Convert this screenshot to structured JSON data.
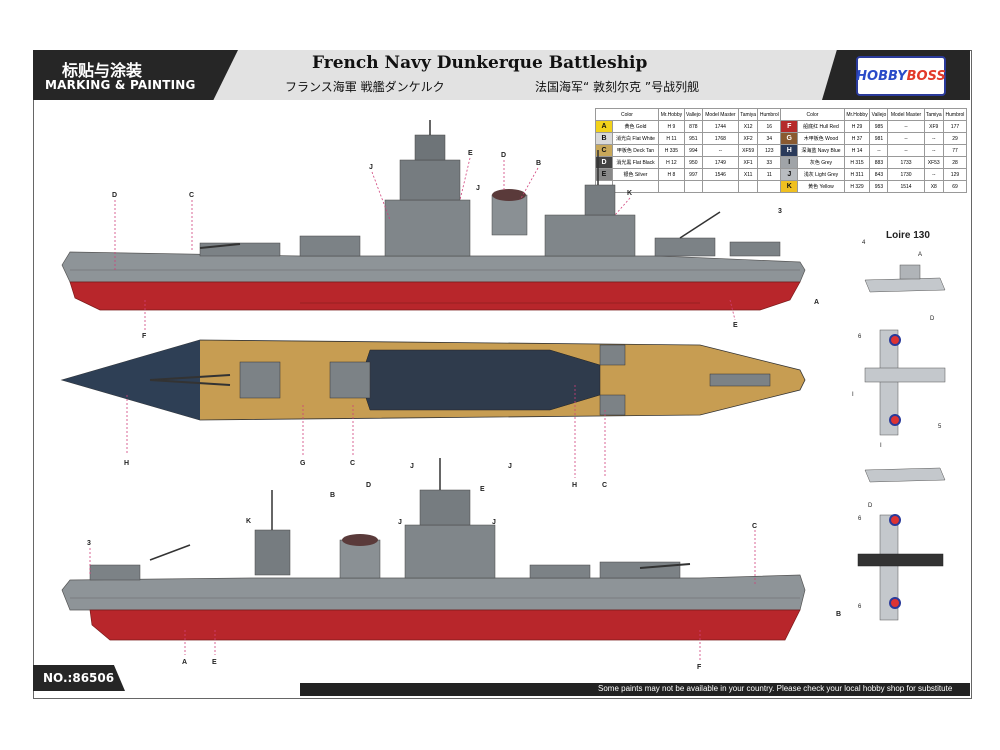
{
  "header": {
    "label_cn": "标贴与涂装",
    "label_en": "MARKING & PAINTING",
    "title": "French Navy Dunkerque Battleship",
    "subtitle_jp": "フランス海軍 戦艦ダンケルク",
    "subtitle_cn": "法国海军“ 敦刻尔克 ”号战列舰",
    "logo_left": "HOBBY",
    "logo_right": "BOSS"
  },
  "paint_table": {
    "headers": [
      "Color",
      "Mr.Hobby",
      "Vallejo",
      "Model Master",
      "Tamiya",
      "Humbrol"
    ],
    "left": [
      {
        "code": "A",
        "swatch": "#f2d21a",
        "name": "黄色 Gold",
        "mrhobby": "H 9",
        "vallejo": "878",
        "mm": "1744",
        "tamiya": "X12",
        "humbrol": "16"
      },
      {
        "code": "B",
        "swatch": "#d9d9d9",
        "name": "消光白 Flat White",
        "mrhobby": "H 11",
        "vallejo": "951",
        "mm": "1768",
        "tamiya": "XF2",
        "humbrol": "34"
      },
      {
        "code": "C",
        "swatch": "#c8a85a",
        "name": "甲板色 Deck Tan",
        "mrhobby": "H 335",
        "vallejo": "994",
        "mm": "--",
        "tamiya": "XF59",
        "humbrol": "123"
      },
      {
        "code": "D",
        "swatch": "#444",
        "name": "消光黑 Flat Black",
        "mrhobby": "H 12",
        "vallejo": "950",
        "mm": "1749",
        "tamiya": "XF1",
        "humbrol": "33"
      },
      {
        "code": "E",
        "swatch": "#888",
        "name": "银色 Silver",
        "mrhobby": "H 8",
        "vallejo": "997",
        "mm": "1546",
        "tamiya": "X11",
        "humbrol": "11"
      }
    ],
    "right": [
      {
        "code": "F",
        "swatch": "#b52a2a",
        "name": "船底红 Hull Red",
        "mrhobby": "H 29",
        "vallejo": "985",
        "mm": "--",
        "tamiya": "XF9",
        "humbrol": "177"
      },
      {
        "code": "G",
        "swatch": "#8a5a30",
        "name": "木甲板色 Wood",
        "mrhobby": "H 37",
        "vallejo": "981",
        "mm": "--",
        "tamiya": "--",
        "humbrol": "29"
      },
      {
        "code": "H",
        "swatch": "#2a3a5a",
        "name": "深海蓝 Navy Blue",
        "mrhobby": "H 14",
        "vallejo": "--",
        "mm": "--",
        "tamiya": "--",
        "humbrol": "77"
      },
      {
        "code": "I",
        "swatch": "#a0a4a8",
        "name": "灰色 Grey",
        "mrhobby": "H 315",
        "vallejo": "883",
        "mm": "1733",
        "tamiya": "XF53",
        "humbrol": "28"
      },
      {
        "code": "J",
        "swatch": "#b8bcc0",
        "name": "浅灰 Light Grey",
        "mrhobby": "H 311",
        "vallejo": "843",
        "mm": "1730",
        "tamiya": "--",
        "humbrol": "129"
      },
      {
        "code": "K",
        "swatch": "#f0c020",
        "name": "黄色 Yellow",
        "mrhobby": "H 329",
        "vallejo": "953",
        "mm": "1514",
        "tamiya": "X8",
        "humbrol": "69"
      }
    ]
  },
  "plane_title": "Loire 130",
  "callouts": {
    "side_top": [
      "D",
      "C",
      "J",
      "E",
      "D",
      "B",
      "J",
      "K",
      "3",
      "F",
      "E",
      "A"
    ],
    "deck": [
      "H",
      "G",
      "C",
      "J",
      "J",
      "H",
      "C"
    ],
    "side_bottom": [
      "3",
      "K",
      "B",
      "D",
      "J",
      "E",
      "J",
      "C",
      "A",
      "E",
      "F",
      "B"
    ],
    "plane": [
      "4",
      "A",
      "D",
      "6",
      "I",
      "5",
      "I",
      "D",
      "6",
      "6"
    ]
  },
  "footer": {
    "number": "NO.:86506",
    "note": "Some paints may not be available in your country. Please check your local hobby shop for substitute"
  },
  "colors": {
    "hull_grey": "#8e9498",
    "hull_red": "#b8262b",
    "deck_tan": "#c79d52",
    "header_dark": "#262626",
    "accent_pink": "#d0407a"
  }
}
